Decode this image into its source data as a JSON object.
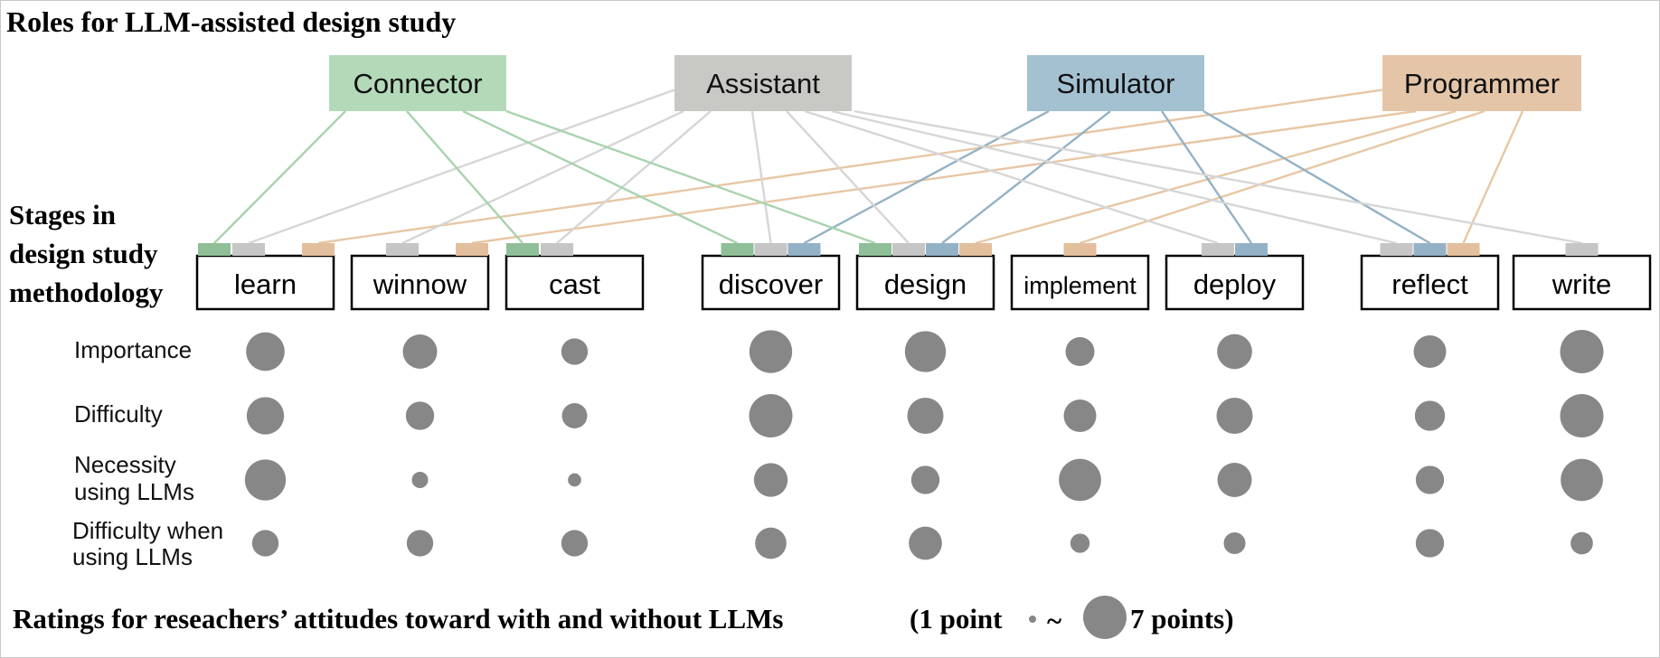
{
  "title": "Roles for LLM-assisted design study",
  "stages_heading": [
    "Stages in",
    "design study",
    "methodology"
  ],
  "colors": {
    "connector": "#b3d9b9",
    "connector_line": "#a8d3ad",
    "connector_mark": "#8fbf97",
    "assistant": "#c8c8c4",
    "assistant_line": "#d6d6d6",
    "assistant_mark": "#c6c6c6",
    "simulator": "#a3c1d1",
    "simulator_line": "#94b2c6",
    "simulator_mark": "#94b2c6",
    "programmer": "#e5c5a8",
    "programmer_line": "#e7c7a5",
    "programmer_mark": "#e3bf9d",
    "dot": "#878787"
  },
  "roles": [
    {
      "id": "connector",
      "label": "Connector"
    },
    {
      "id": "assistant",
      "label": "Assistant"
    },
    {
      "id": "simulator",
      "label": "Simulator"
    },
    {
      "id": "programmer",
      "label": "Programmer"
    }
  ],
  "stages": [
    {
      "id": "learn",
      "label": "learn",
      "roles": [
        "connector",
        "assistant",
        "programmer"
      ]
    },
    {
      "id": "winnow",
      "label": "winnow",
      "roles": [
        "assistant",
        "programmer"
      ]
    },
    {
      "id": "cast",
      "label": "cast",
      "roles": [
        "connector",
        "assistant"
      ]
    },
    {
      "id": "discover",
      "label": "discover",
      "roles": [
        "connector",
        "assistant",
        "simulator"
      ]
    },
    {
      "id": "design",
      "label": "design",
      "roles": [
        "connector",
        "assistant",
        "simulator",
        "programmer"
      ]
    },
    {
      "id": "implement",
      "label": "implement",
      "roles": [
        "programmer"
      ]
    },
    {
      "id": "deploy",
      "label": "deploy",
      "roles": [
        "assistant",
        "simulator"
      ]
    },
    {
      "id": "reflect",
      "label": "reflect",
      "roles": [
        "assistant",
        "simulator",
        "programmer"
      ]
    },
    {
      "id": "write",
      "label": "write",
      "roles": [
        "assistant"
      ]
    }
  ],
  "metrics": [
    {
      "id": "importance",
      "label": [
        "Importance"
      ],
      "ratings": [
        6.2,
        5.5,
        4.2,
        6.9,
        6.6,
        4.6,
        5.6,
        5.2,
        7.0
      ]
    },
    {
      "id": "difficulty",
      "label": [
        "Difficulty"
      ],
      "ratings": [
        6.0,
        4.5,
        4.0,
        7.0,
        5.8,
        5.2,
        5.8,
        4.8,
        7.0
      ]
    },
    {
      "id": "necessity",
      "label": [
        "Necessity",
        "using LLMs"
      ],
      "ratings": [
        6.6,
        2.5,
        2.0,
        5.4,
        4.5,
        6.8,
        5.5,
        4.5,
        6.8
      ]
    },
    {
      "id": "difficulty_llm",
      "label": [
        "Difficulty when",
        "using LLMs"
      ],
      "ratings": [
        4.2,
        4.2,
        4.2,
        5.0,
        5.3,
        3.0,
        3.4,
        4.5,
        3.5
      ]
    }
  ],
  "legend": {
    "text_before": "Ratings for reseachers’ attitudes toward with and without LLMs",
    "open_paren": "(1 point",
    "tilde": "~",
    "close": "7 points)",
    "min_rating": 1,
    "max_rating": 7
  }
}
